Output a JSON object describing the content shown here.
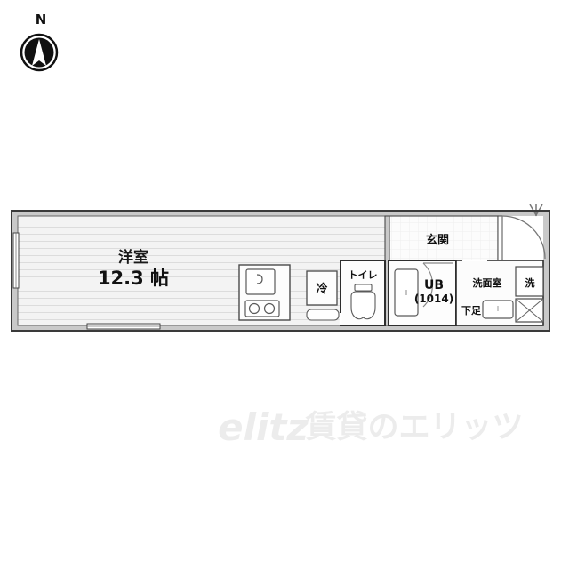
{
  "plan": {
    "type": "floor-plan",
    "compass": {
      "direction_label": "N",
      "icon": "compass-north-arrow-icon"
    },
    "rooms": [
      {
        "id": "main-room",
        "name": "洋室",
        "size": "12.3 帖",
        "size_value": 12.3,
        "size_unit": "帖"
      },
      {
        "id": "toilet",
        "name": "トイレ"
      },
      {
        "id": "unit-bath",
        "name": "UB",
        "sub": "(1014)"
      },
      {
        "id": "washroom",
        "name": "洗面室"
      },
      {
        "id": "entrance",
        "name": "玄関"
      }
    ],
    "fixtures": [
      {
        "id": "refrigerator-space",
        "label": "冷"
      },
      {
        "id": "washing-machine-space",
        "label": "洗"
      },
      {
        "id": "shoe-box",
        "label": "下足"
      },
      {
        "id": "kitchen-sink",
        "label": ""
      },
      {
        "id": "kitchen-stove",
        "label": ""
      },
      {
        "id": "toilet-bowl",
        "label": ""
      },
      {
        "id": "bathtub",
        "label": ""
      },
      {
        "id": "vanity-basin",
        "label": ""
      }
    ],
    "watermark": {
      "brand": "elitz",
      "text": "賃貸のエリッツ"
    },
    "colors": {
      "wall": "#3a3a3a",
      "wall_fill": "#c9c9c9",
      "floor": "#f4f4f4",
      "floor_stripe": "#e2e2e2",
      "tile": "#fbfbfb",
      "fixture_line": "#555555",
      "watermark": "#ececec",
      "compass": "#111111"
    }
  }
}
